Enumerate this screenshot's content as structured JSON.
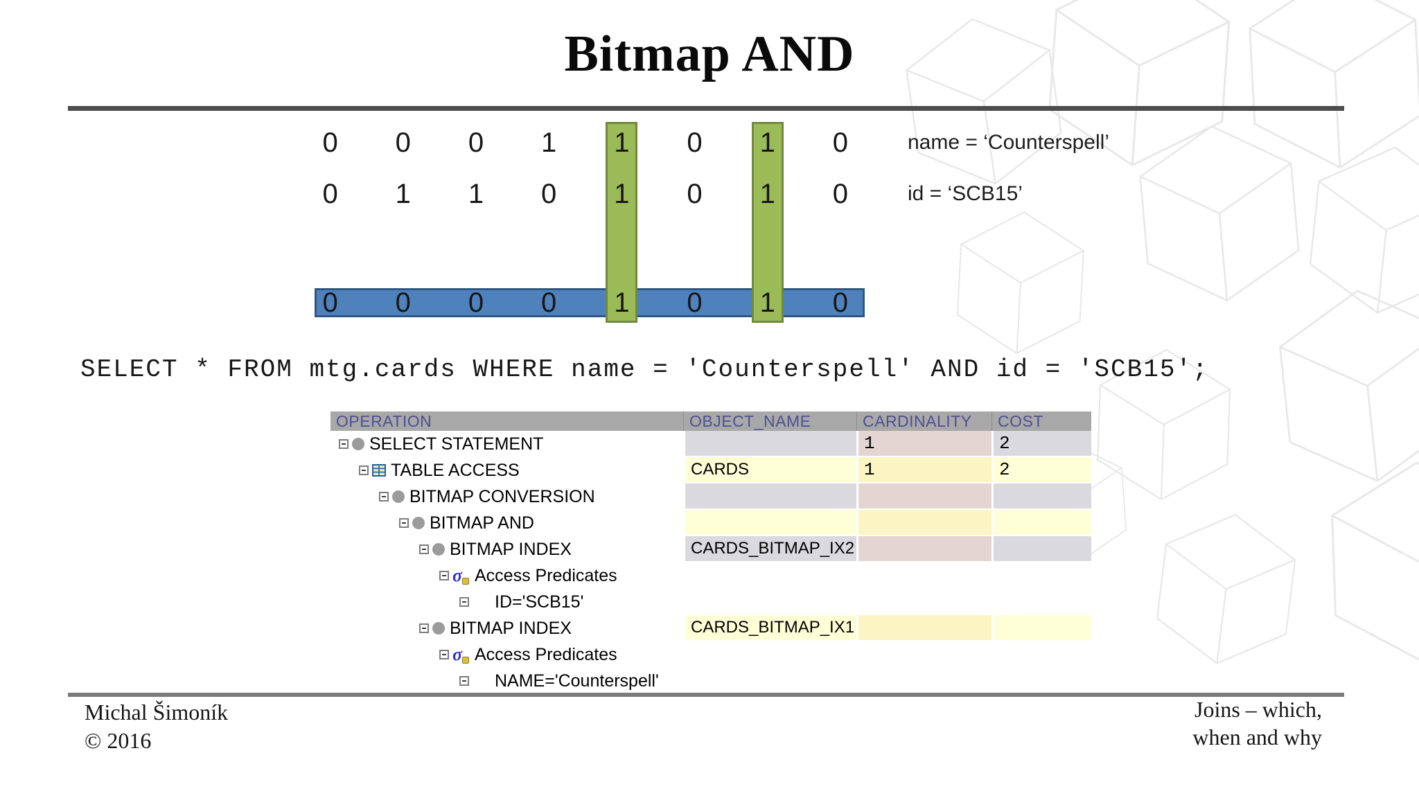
{
  "slide": {
    "title": "Bitmap AND",
    "footer": {
      "author": "Michal Šimoník",
      "year": "© 2016",
      "topic_line1": "Joins – which,",
      "topic_line2": "when and why"
    }
  },
  "bitmap": {
    "rows": [
      {
        "bits": [
          "0",
          "0",
          "0",
          "1",
          "1",
          "0",
          "1",
          "0"
        ],
        "label": "name = ‘Counterspell’"
      },
      {
        "bits": [
          "0",
          "1",
          "1",
          "0",
          "1",
          "0",
          "1",
          "0"
        ],
        "label": "id = ‘SCB15’"
      }
    ],
    "result_bits": [
      "0",
      "0",
      "0",
      "0",
      "1",
      "0",
      "1",
      "0"
    ],
    "highlight_columns": [
      4,
      6
    ],
    "colors": {
      "highlight_fill": "#9bbb59",
      "highlight_border": "#71893f",
      "result_bar_fill": "#4f81bd",
      "result_bar_border": "#2e5782"
    }
  },
  "sql_query": "SELECT * FROM mtg.cards WHERE name = 'Counterspell' AND id = 'SCB15';",
  "plan_table": {
    "columns": [
      "OPERATION",
      "OBJECT_NAME",
      "CARDINALITY",
      "COST"
    ],
    "header_bg": "#a8a8a8",
    "header_text_color": "#4f4f94",
    "rows": [
      {
        "label": "SELECT STATEMENT",
        "indent": 0,
        "icon": "circle",
        "object_name": "",
        "cardinality": "1",
        "cost": "2",
        "tint": "gray"
      },
      {
        "label": "TABLE ACCESS",
        "indent": 1,
        "icon": "table",
        "object_name": "CARDS",
        "cardinality": "1",
        "cost": "2",
        "tint": "yellow"
      },
      {
        "label": "BITMAP CONVERSION",
        "indent": 2,
        "icon": "circle",
        "object_name": "",
        "cardinality": "",
        "cost": "",
        "tint": "gray"
      },
      {
        "label": "BITMAP AND",
        "indent": 3,
        "icon": "circle",
        "object_name": "",
        "cardinality": "",
        "cost": "",
        "tint": "yellow"
      },
      {
        "label": "BITMAP INDEX",
        "indent": 4,
        "icon": "circle",
        "object_name": "CARDS_BITMAP_IX2",
        "cardinality": "",
        "cost": "",
        "tint": "gray"
      },
      {
        "label": "Access Predicates",
        "indent": 5,
        "icon": "sigma",
        "object_name": "",
        "cardinality": "",
        "cost": "",
        "tint": "none"
      },
      {
        "label": "ID='SCB15'",
        "indent": 6,
        "icon": "none",
        "object_name": "",
        "cardinality": "",
        "cost": "",
        "tint": "none"
      },
      {
        "label": "BITMAP INDEX",
        "indent": 4,
        "icon": "circle",
        "object_name": "CARDS_BITMAP_IX1",
        "cardinality": "",
        "cost": "",
        "tint": "yellow"
      },
      {
        "label": "Access Predicates",
        "indent": 5,
        "icon": "sigma",
        "object_name": "",
        "cardinality": "",
        "cost": "",
        "tint": "none"
      },
      {
        "label": "NAME='Counterspell'",
        "indent": 6,
        "icon": "none",
        "object_name": "",
        "cardinality": "",
        "cost": "",
        "tint": "none"
      }
    ]
  }
}
